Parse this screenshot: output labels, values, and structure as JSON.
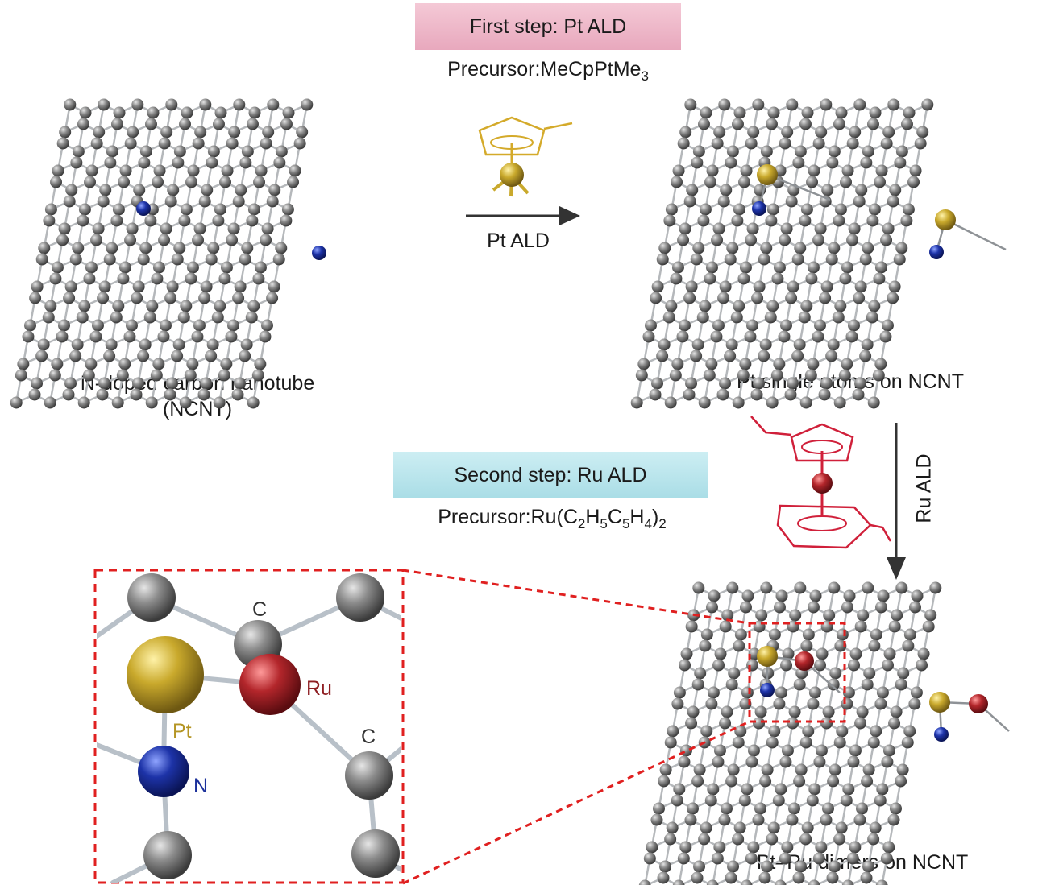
{
  "step1": {
    "title": "First step: Pt ALD",
    "precursor_prefix": "Precursor:",
    "precursor_main": "MeCpPtMe",
    "precursor_sub": "3",
    "arrow_label": "Pt ALD"
  },
  "step2": {
    "title": "Second step: Ru ALD",
    "precursor_prefix": "Precursor:",
    "precursor_parts": [
      "Ru(C",
      "2",
      "H",
      "5",
      "C",
      "5",
      "H",
      "4",
      ")",
      "2"
    ],
    "arrow_label": "Ru ALD"
  },
  "captions": {
    "ncnt_line1": "N-doped carbon nanotube",
    "ncnt_line2": "(NCNT)",
    "pt_single": "Pt single atoms on NCNT",
    "ptru_dimers": "Pt–Ru dimers on NCNT"
  },
  "inset": {
    "label_c_top": "C",
    "label_ru": "Ru",
    "label_pt": "Pt",
    "label_c_right": "C",
    "label_n": "N"
  },
  "colors": {
    "carbon": "#8a8a8a",
    "nitrogen": "#1a2f9a",
    "platinum": "#c8a92a",
    "ruthenium": "#b0252a",
    "pt_precursor_line": "#d4aa2a",
    "ru_precursor_line": "#d0203a",
    "zoom_frame": "#e02020",
    "arrow": "#333333",
    "step1_box": "#eab3c4",
    "step2_box": "#b6e3ea"
  }
}
